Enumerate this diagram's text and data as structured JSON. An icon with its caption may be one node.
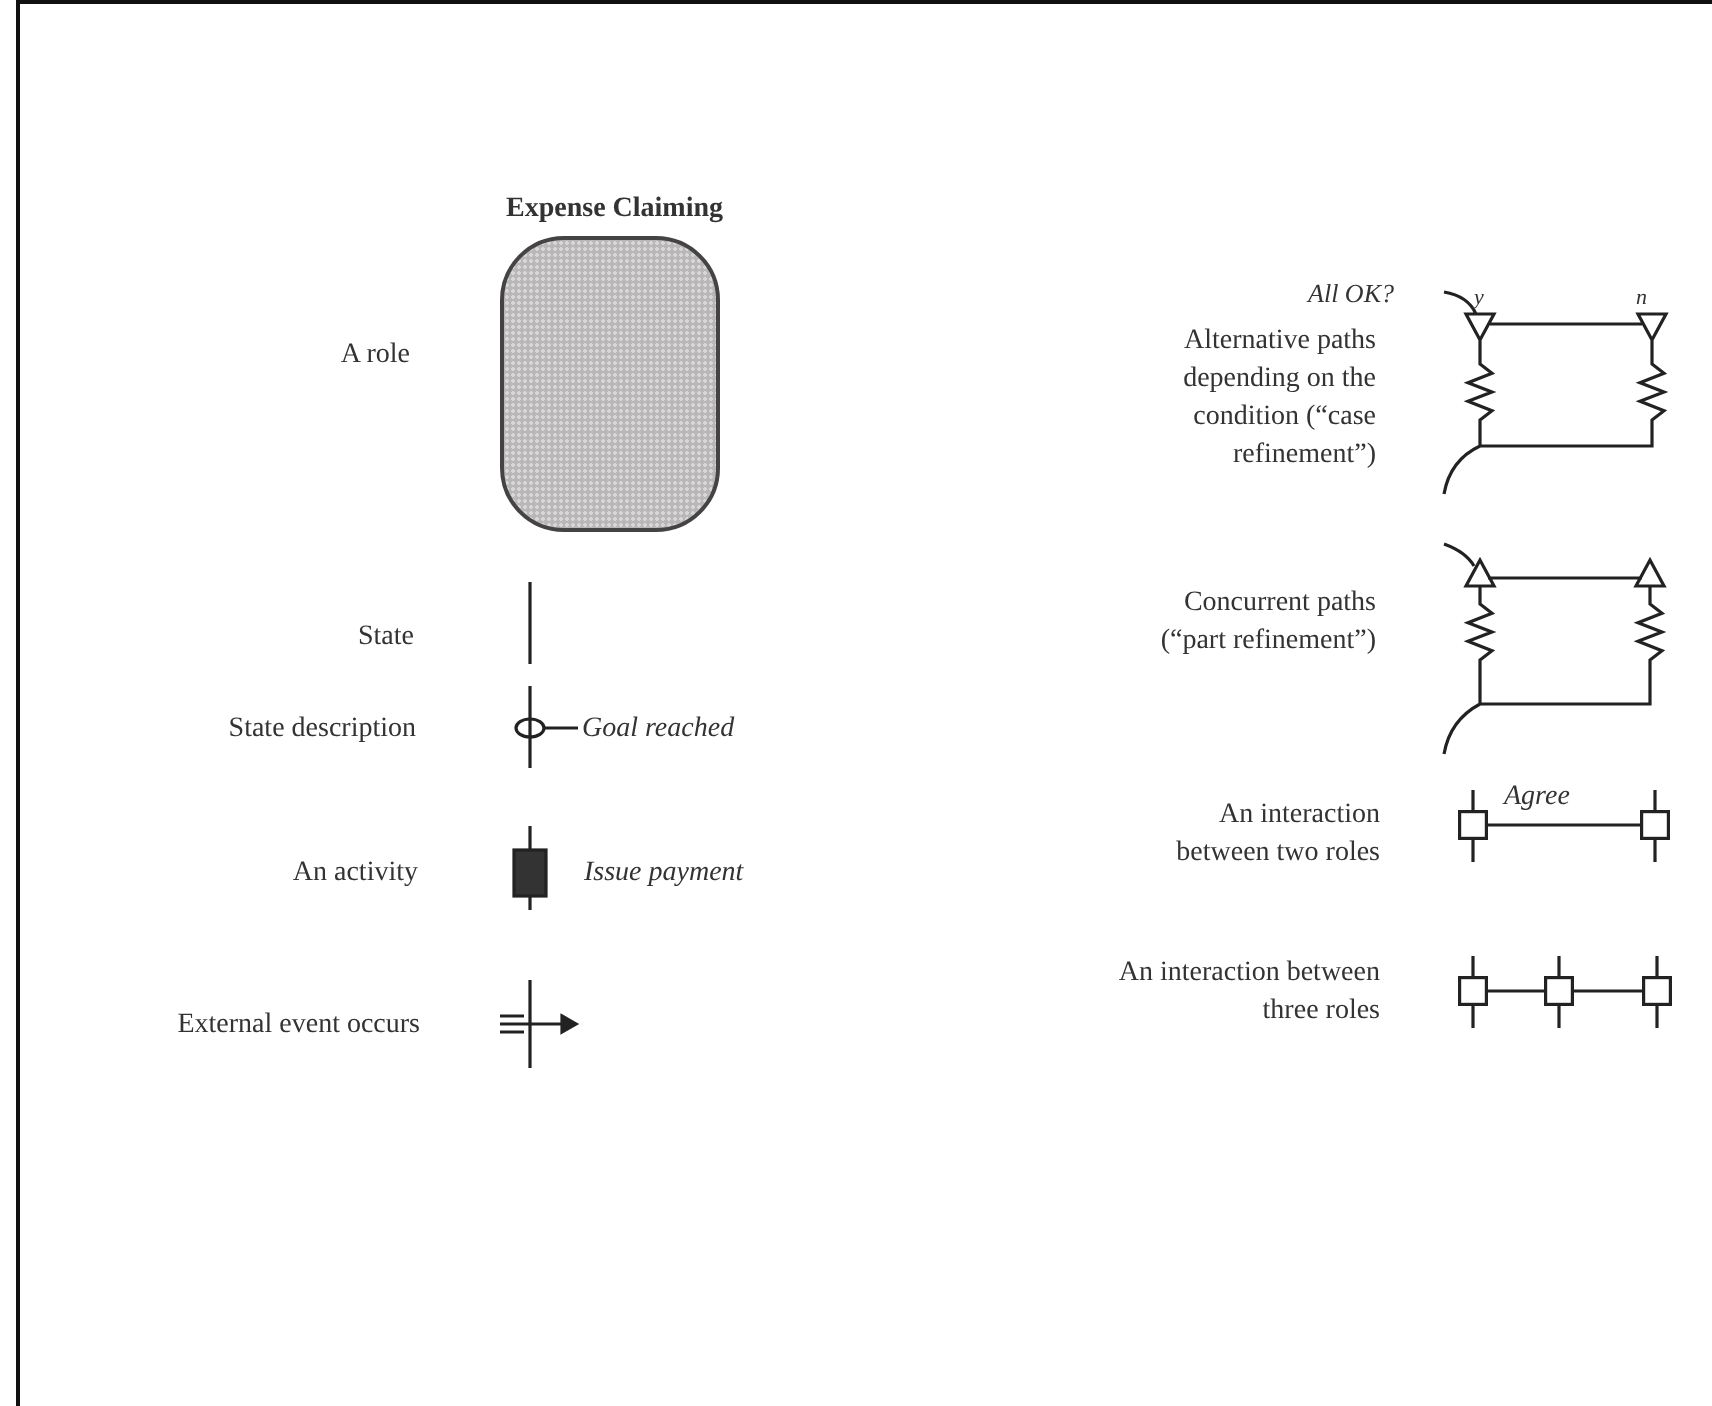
{
  "diagram": {
    "nodes": [
      {
        "text": [
          "Expense Claiming"
        ]
      },
      {
        "text": [],
        "shape": "box"
      },
      {
        "text": [],
        "shape": "box"
      },
      {
        "text": [],
        "shape": "box"
      },
      {
        "text": [],
        "shape": "box"
      },
      {
        "text": [],
        "shape": "box"
      }
    ],
    "edges": [
      {
        "from": 1,
        "to": 2,
        "arrow": "none",
        "label": "Agree"
      },
      {
        "from": 3,
        "to": 4,
        "arrow": "none"
      },
      {
        "from": 4,
        "to": 5,
        "arrow": "none"
      }
    ],
    "labels": [
      "A role",
      "State",
      "State description",
      "Goal reached",
      "An activity",
      "Issue payment",
      "External event occurs",
      "All OK?",
      "y",
      "n",
      "Alternative paths depending on the condition (“case refinement”)",
      "Concurrent paths (“part refinement”)",
      "An interaction between two roles",
      "An interaction between three roles"
    ]
  }
}
